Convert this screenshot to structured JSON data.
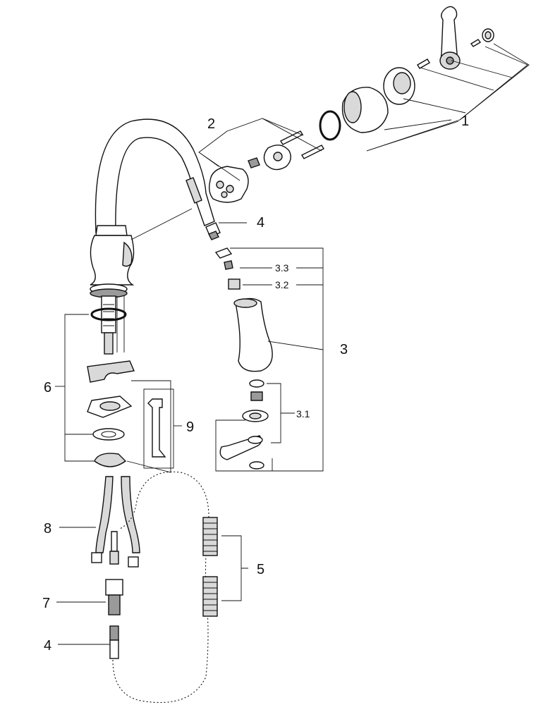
{
  "labels": {
    "l1": "1",
    "l2": "2",
    "l3": "3",
    "l3_1": "3.1",
    "l3_2": "3.2",
    "l3_3": "3.3",
    "l4_top": "4",
    "l4_bottom": "4",
    "l5": "5",
    "l6": "6",
    "l7": "7",
    "l8": "8",
    "l9": "9"
  },
  "colors": {
    "line": "#111111",
    "part_fill": "#ffffff",
    "shade_light": "#d9d9d9",
    "shade_dark": "#9a9a9a"
  }
}
